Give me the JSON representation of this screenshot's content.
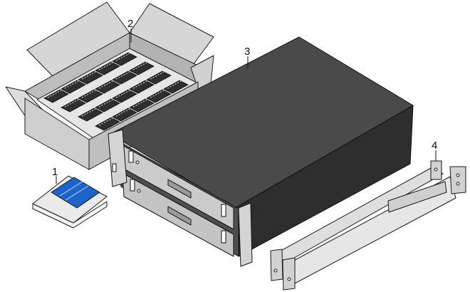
{
  "callouts": [
    {
      "id": "documentation",
      "label": "1"
    },
    {
      "id": "drive-carton",
      "label": "2"
    },
    {
      "id": "enclosure",
      "label": "3"
    },
    {
      "id": "rail-kit",
      "label": "4"
    }
  ],
  "colors": {
    "background": "#ffffff",
    "outline": "#1a1a1a",
    "box": "#cfcfcf",
    "box_dark": "#a9a9a9",
    "chassis_top": "#4a4a4a",
    "chassis_side": "#2e2e2e",
    "bezel": "#d4d4d4",
    "manual_blue": "#1f63c6",
    "rail": "#d8d8d8"
  }
}
